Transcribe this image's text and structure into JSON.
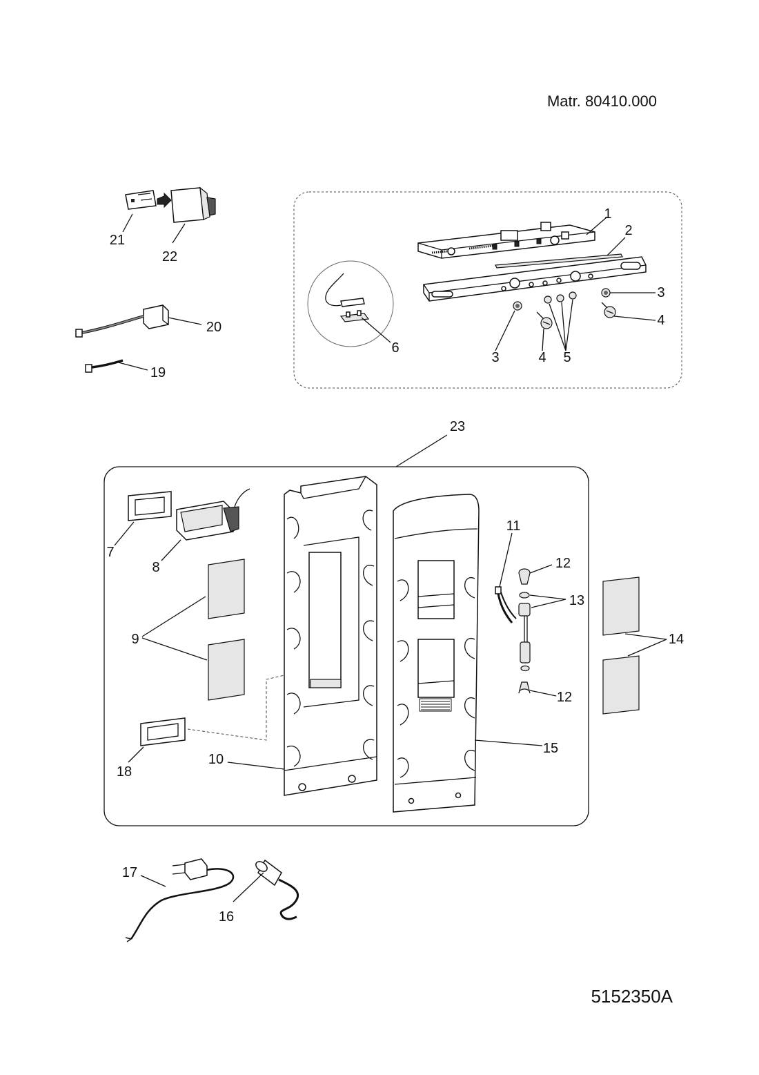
{
  "header": {
    "material_number": "Matr. 80410.000"
  },
  "footer": {
    "drawing_number": "5152350A"
  },
  "callouts": {
    "c1": "1",
    "c2": "2",
    "c3a": "3",
    "c3b": "3",
    "c4a": "4",
    "c4b": "4",
    "c5": "5",
    "c6": "6",
    "c7": "7",
    "c8": "8",
    "c9": "9",
    "c10": "10",
    "c11": "11",
    "c12a": "12",
    "c12b": "12",
    "c13": "13",
    "c14": "14",
    "c15": "15",
    "c16": "16",
    "c17": "17",
    "c18": "18",
    "c19": "19",
    "c20": "20",
    "c21": "21",
    "c22": "22",
    "c23": "23"
  }
}
